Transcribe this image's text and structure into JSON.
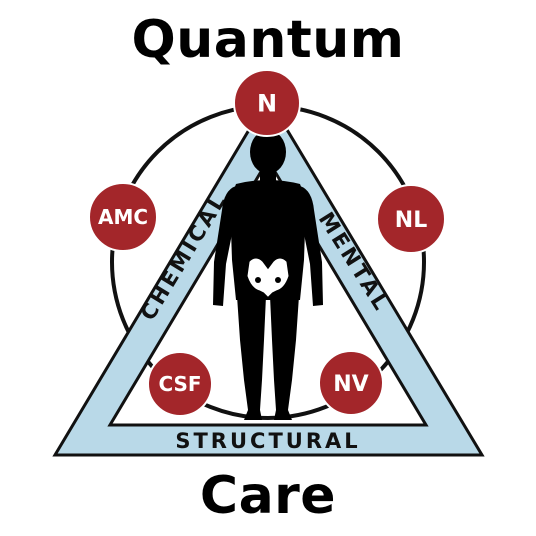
{
  "title_top": "Quantum",
  "title_bottom": "Care",
  "triangle_labels": {
    "left": "CHEMICAL",
    "right": "MENTAL",
    "bottom": "STRUCTURAL"
  },
  "nodes": [
    {
      "id": "n",
      "label": "N"
    },
    {
      "id": "amc",
      "label": "AMC"
    },
    {
      "id": "nl",
      "label": "NL"
    },
    {
      "id": "csf",
      "label": "CSF"
    },
    {
      "id": "nv",
      "label": "NV"
    }
  ],
  "colors": {
    "node_fill": "#a3262a",
    "triangle_fill": "#b9d9e8",
    "outline": "#111111",
    "silhouette": "#000000",
    "node_text": "#ffffff"
  },
  "icons": {
    "figure": "human-silhouette-icon",
    "pelvis": "pelvis-icon"
  }
}
